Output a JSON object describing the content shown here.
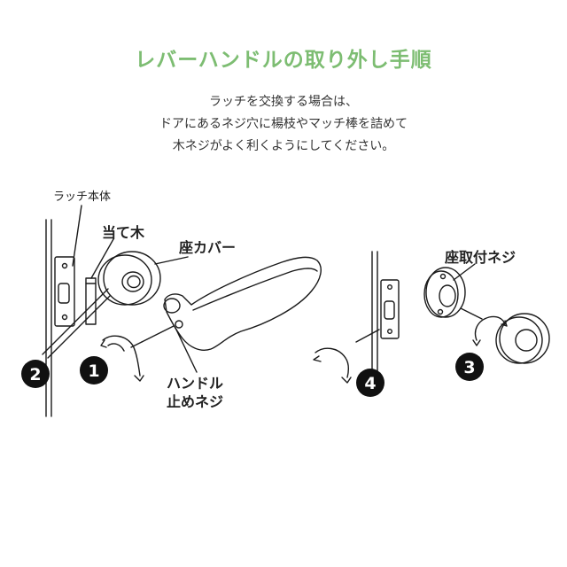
{
  "title": "レバーハンドルの取り外し手順",
  "colors": {
    "title": "#7dbd72",
    "line": "#1a1a1a",
    "fill_dark": "#111111"
  },
  "description": [
    "ラッチを交換する場合は、",
    "ドアにあるネジ穴に楊枝やマッチ棒を詰めて",
    "木ネジがよく利くようにしてください。"
  ],
  "labels": {
    "latch_body": "ラッチ本体",
    "wood_block": "当て木",
    "seat_cover": "座カバー",
    "handle_screw_line1": "ハンドル",
    "handle_screw_line2": "止めネジ",
    "seat_screw": "座取付ネジ"
  },
  "steps": [
    "1",
    "2",
    "3",
    "4"
  ]
}
